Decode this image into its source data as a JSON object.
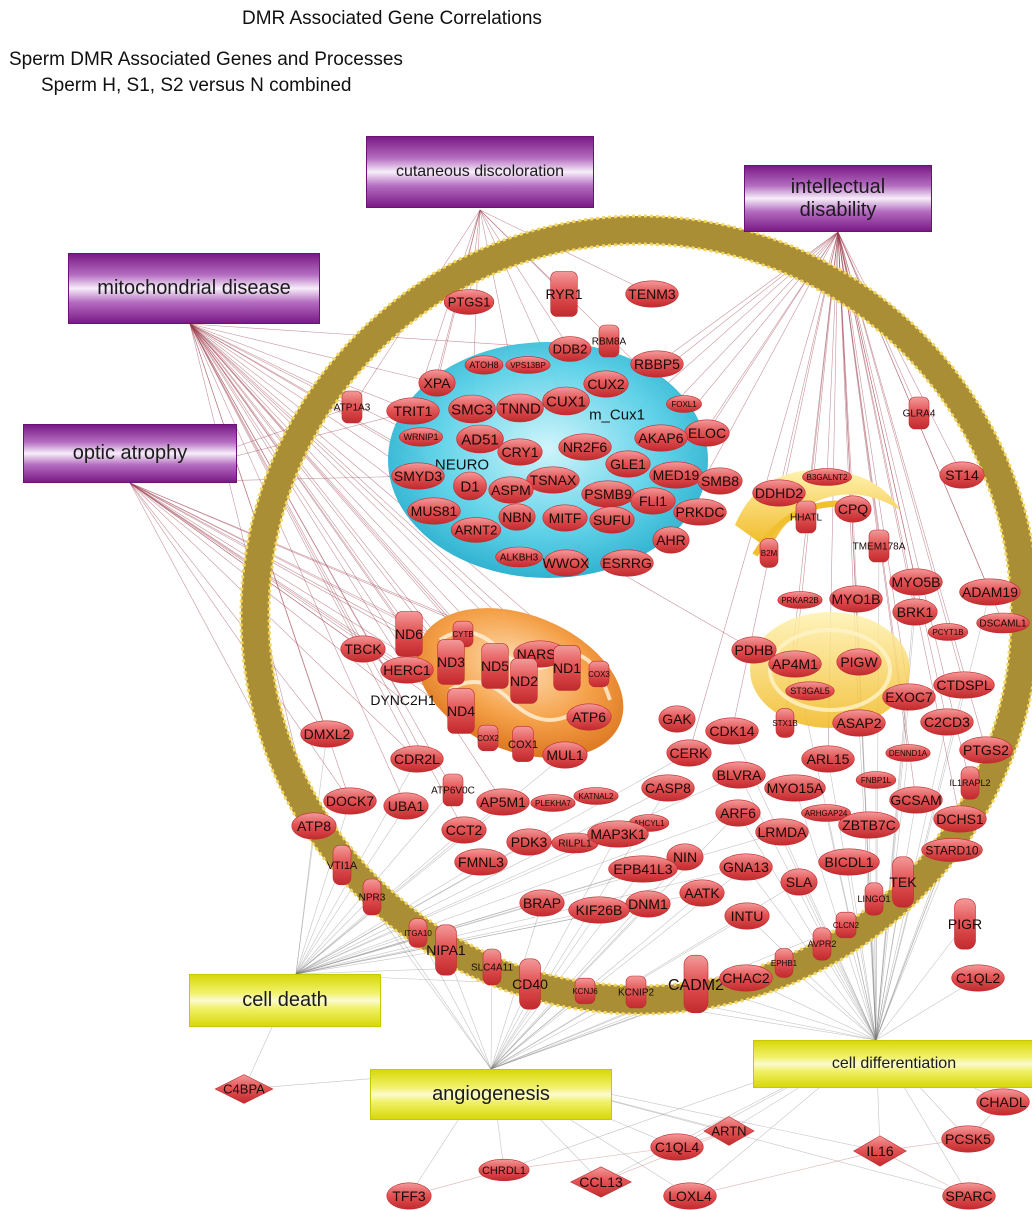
{
  "titles": {
    "main": "DMR Associated Gene Correlations",
    "line1": "Sperm DMR Associated Genes and Processes",
    "line2": "Sperm H, S1, S2 versus N combined"
  },
  "processes": {
    "cutaneous": "cutaneous discoloration",
    "intellectual_1": "intellectual",
    "intellectual_2": "disability",
    "mitochondrial": "mitochondrial disease",
    "optic": "optic atrophy",
    "cell_death": "cell death",
    "angiogenesis": "angiogenesis",
    "cell_diff": "cell differentiation"
  },
  "colors": {
    "process_purple": "#8a2a96",
    "process_yellow": "#e6e61c",
    "gene_red": "#e4585a",
    "membrane_gold": "#b8983a",
    "nucleus_cyan": "#3cc8e0",
    "mitochondrion_orange": "#f08a2a",
    "er_golgi_yellow": "#f2c230"
  },
  "genes": [
    {
      "label": "PTGS1",
      "shape": "ellipse"
    },
    {
      "label": "RYR1",
      "shape": "channel"
    },
    {
      "label": "TENM3",
      "shape": "ellipse"
    },
    {
      "label": "RBM8A",
      "shape": "channel"
    },
    {
      "label": "DDB2",
      "shape": "ellipse"
    },
    {
      "label": "ATOH8",
      "shape": "receptor"
    },
    {
      "label": "VPS13BP",
      "shape": "ellipse"
    },
    {
      "label": "RBBP5",
      "shape": "receptor"
    },
    {
      "label": "XPA",
      "shape": "ellipse"
    },
    {
      "label": "CUX2",
      "shape": "receptor"
    },
    {
      "label": "FOXL1",
      "shape": "receptor"
    },
    {
      "label": "ATP1A3",
      "shape": "channel"
    },
    {
      "label": "TRIT1",
      "shape": "ellipse"
    },
    {
      "label": "SMC3",
      "shape": "ellipse"
    },
    {
      "label": "TNND",
      "shape": "receptor"
    },
    {
      "label": "CUX1",
      "shape": "receptor"
    },
    {
      "label": "m_Cux1",
      "shape": "text"
    },
    {
      "label": "ELOC",
      "shape": "ellipse"
    },
    {
      "label": "GLRA4",
      "shape": "channel"
    },
    {
      "label": "WRNIP1",
      "shape": "ellipse"
    },
    {
      "label": "AD51",
      "shape": "ellipse"
    },
    {
      "label": "CRY1",
      "shape": "ellipse"
    },
    {
      "label": "NR2F6",
      "shape": "ellipse"
    },
    {
      "label": "AKAP6",
      "shape": "ellipse"
    },
    {
      "label": "NEURO",
      "shape": "text"
    },
    {
      "label": "GLE1",
      "shape": "receptor"
    },
    {
      "label": "SMYD3",
      "shape": "ellipse"
    },
    {
      "label": "D1",
      "shape": "receptor"
    },
    {
      "label": "TSNAX",
      "shape": "ellipse"
    },
    {
      "label": "MED19",
      "shape": "ellipse"
    },
    {
      "label": "SMB8",
      "shape": "ellipse"
    },
    {
      "label": "B3GALNT2",
      "shape": "ellipse"
    },
    {
      "label": "ST14",
      "shape": "ellipse"
    },
    {
      "label": "ASPM",
      "shape": "ellipse"
    },
    {
      "label": "PSMB9",
      "shape": "ellipse"
    },
    {
      "label": "DDHD2",
      "shape": "ellipse"
    },
    {
      "label": "MUS81",
      "shape": "ellipse"
    },
    {
      "label": "NBN",
      "shape": "ellipse"
    },
    {
      "label": "MITF",
      "shape": "receptor"
    },
    {
      "label": "SUFU",
      "shape": "ellipse"
    },
    {
      "label": "FLI1",
      "shape": "ellipse"
    },
    {
      "label": "HHATL",
      "shape": "channel"
    },
    {
      "label": "CPQ",
      "shape": "ellipse"
    },
    {
      "label": "ARNT2",
      "shape": "receptor"
    },
    {
      "label": "PRKDC",
      "shape": "ellipse"
    },
    {
      "label": "B2M",
      "shape": "cylinder"
    },
    {
      "label": "TMEM178A",
      "shape": "channel"
    },
    {
      "label": "AHR",
      "shape": "receptor"
    },
    {
      "label": "ALKBH3",
      "shape": "ellipse"
    },
    {
      "label": "WWOX",
      "shape": "ellipse"
    },
    {
      "label": "ESRRG",
      "shape": "receptor"
    },
    {
      "label": "MYO5B",
      "shape": "ellipse"
    },
    {
      "label": "ADAM19",
      "shape": "ellipse"
    },
    {
      "label": "PRKAR2B",
      "shape": "ellipse"
    },
    {
      "label": "MYO1B",
      "shape": "ellipse"
    },
    {
      "label": "BRK1",
      "shape": "ellipse"
    },
    {
      "label": "PCYT1B",
      "shape": "ellipse"
    },
    {
      "label": "DSCAML1",
      "shape": "ellipse"
    },
    {
      "label": "ND6",
      "shape": "channel"
    },
    {
      "label": "CYTB",
      "shape": "channel"
    },
    {
      "label": "TBCK",
      "shape": "ellipse"
    },
    {
      "label": "NARS2",
      "shape": "ellipse"
    },
    {
      "label": "PDHB",
      "shape": "ellipse"
    },
    {
      "label": "HERC1",
      "shape": "ellipse"
    },
    {
      "label": "ND3",
      "shape": "channel"
    },
    {
      "label": "ND5",
      "shape": "channel"
    },
    {
      "label": "ND1",
      "shape": "channel"
    },
    {
      "label": "COX3",
      "shape": "channel"
    },
    {
      "label": "ND2",
      "shape": "channel"
    },
    {
      "label": "AP4M1",
      "shape": "ellipse"
    },
    {
      "label": "PIGW",
      "shape": "ellipse"
    },
    {
      "label": "CTDSPL",
      "shape": "ellipse"
    },
    {
      "label": "DYNC2H1",
      "shape": "text"
    },
    {
      "label": "ST3GAL5",
      "shape": "ellipse"
    },
    {
      "label": "EXOC7",
      "shape": "ellipse"
    },
    {
      "label": "ND4",
      "shape": "channel"
    },
    {
      "label": "ATP6",
      "shape": "ellipse"
    },
    {
      "label": "GAK",
      "shape": "ellipse"
    },
    {
      "label": "CDK14",
      "shape": "ellipse"
    },
    {
      "label": "STX1B",
      "shape": "cylinder"
    },
    {
      "label": "ASAP2",
      "shape": "ellipse"
    },
    {
      "label": "C2CD3",
      "shape": "ellipse"
    },
    {
      "label": "DMXL2",
      "shape": "ellipse"
    },
    {
      "label": "COX2",
      "shape": "channel"
    },
    {
      "label": "COX1",
      "shape": "channel"
    },
    {
      "label": "MUL1",
      "shape": "ellipse"
    },
    {
      "label": "CERK",
      "shape": "ellipse"
    },
    {
      "label": "ARL15",
      "shape": "ellipse"
    },
    {
      "label": "DENND1A",
      "shape": "ellipse"
    },
    {
      "label": "PTGS2",
      "shape": "ellipse"
    },
    {
      "label": "CDR2L",
      "shape": "ellipse"
    },
    {
      "label": "BLVRA",
      "shape": "ellipse"
    },
    {
      "label": "MYO15A",
      "shape": "ellipse"
    },
    {
      "label": "FNBP1L",
      "shape": "ellipse"
    },
    {
      "label": "IL1RAPL2",
      "shape": "cylinder"
    },
    {
      "label": "ATP6V0C",
      "shape": "channel"
    },
    {
      "label": "CASP8",
      "shape": "ellipse"
    },
    {
      "label": "DOCK7",
      "shape": "ellipse"
    },
    {
      "label": "UBA1",
      "shape": "ellipse"
    },
    {
      "label": "AP5M1",
      "shape": "ellipse"
    },
    {
      "label": "PLEKHA7",
      "shape": "ellipse"
    },
    {
      "label": "KATNAL2",
      "shape": "ellipse"
    },
    {
      "label": "ARHGAP24",
      "shape": "ellipse"
    },
    {
      "label": "GCSAM",
      "shape": "ellipse"
    },
    {
      "label": "ATP8",
      "shape": "ellipse"
    },
    {
      "label": "CCT2",
      "shape": "ellipse"
    },
    {
      "label": "AHCYL1",
      "shape": "ellipse"
    },
    {
      "label": "ARF6",
      "shape": "ellipse"
    },
    {
      "label": "LRMDA",
      "shape": "ellipse"
    },
    {
      "label": "ZBTB7C",
      "shape": "receptor"
    },
    {
      "label": "DCHS1",
      "shape": "ellipse"
    },
    {
      "label": "PDK3",
      "shape": "ellipse"
    },
    {
      "label": "RILPL1",
      "shape": "ellipse"
    },
    {
      "label": "MAP3K1",
      "shape": "ellipse"
    },
    {
      "label": "VTI1A",
      "shape": "cylinder"
    },
    {
      "label": "FMNL3",
      "shape": "ellipse"
    },
    {
      "label": "NIN",
      "shape": "ellipse"
    },
    {
      "label": "STARD10",
      "shape": "ellipse"
    },
    {
      "label": "EPB41L3",
      "shape": "ellipse"
    },
    {
      "label": "GNA13",
      "shape": "ellipse"
    },
    {
      "label": "BICDL1",
      "shape": "ellipse"
    },
    {
      "label": "NPR3",
      "shape": "cylinder"
    },
    {
      "label": "SLA",
      "shape": "ellipse"
    },
    {
      "label": "TEK",
      "shape": "cylinder"
    },
    {
      "label": "AATK",
      "shape": "ellipse"
    },
    {
      "label": "LINGO1",
      "shape": "cylinder"
    },
    {
      "label": "BRAP",
      "shape": "ellipse"
    },
    {
      "label": "DNM1",
      "shape": "ellipse"
    },
    {
      "label": "KIF26B",
      "shape": "ellipse"
    },
    {
      "label": "INTU",
      "shape": "ellipse"
    },
    {
      "label": "ITGA10",
      "shape": "cylinder"
    },
    {
      "label": "CLCN2",
      "shape": "channel"
    },
    {
      "label": "PIGR",
      "shape": "cylinder"
    },
    {
      "label": "NIPA1",
      "shape": "cylinder"
    },
    {
      "label": "SLC4A11",
      "shape": "cylinder"
    },
    {
      "label": "AVPR2",
      "shape": "cylinder"
    },
    {
      "label": "EPHB1",
      "shape": "cylinder"
    },
    {
      "label": "CD40",
      "shape": "cylinder"
    },
    {
      "label": "KCNJ6",
      "shape": "channel"
    },
    {
      "label": "KCNIP2",
      "shape": "channel"
    },
    {
      "label": "CADM2",
      "shape": "cylinder"
    },
    {
      "label": "CHAC2",
      "shape": "ellipse"
    },
    {
      "label": "C1QL2",
      "shape": "ellipse"
    },
    {
      "label": "C4BPA",
      "shape": "diamond"
    },
    {
      "label": "CHADL",
      "shape": "ellipse"
    },
    {
      "label": "ARTN",
      "shape": "diamond"
    },
    {
      "label": "C1QL4",
      "shape": "ellipse"
    },
    {
      "label": "IL16",
      "shape": "diamond"
    },
    {
      "label": "PCSK5",
      "shape": "ellipse"
    },
    {
      "label": "CHRDL1",
      "shape": "ellipse"
    },
    {
      "label": "CCL13",
      "shape": "diamond"
    },
    {
      "label": "TFF3",
      "shape": "ellipse"
    },
    {
      "label": "LOXL4",
      "shape": "ellipse"
    },
    {
      "label": "SPARC",
      "shape": "ellipse"
    }
  ]
}
